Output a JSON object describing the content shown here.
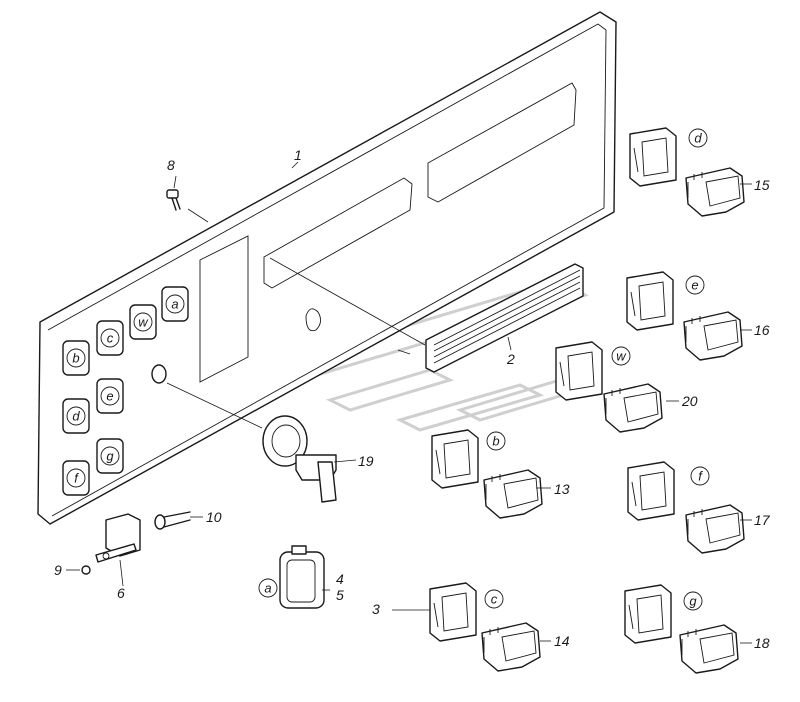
{
  "panel_buttons": [
    "b",
    "c",
    "w",
    "a",
    "d",
    "e",
    "f",
    "g"
  ],
  "part_numbers": {
    "p1": "1",
    "p2": "2",
    "p3": "3",
    "p4": "4",
    "p5": "5",
    "p6": "6",
    "p8": "8",
    "p9": "9",
    "p10": "10",
    "p13": "13",
    "p14": "14",
    "p15": "15",
    "p16": "16",
    "p17": "17",
    "p18": "18",
    "p19": "19",
    "p20": "20"
  },
  "switch_letters": {
    "d": "d",
    "e": "e",
    "w": "w",
    "b": "b",
    "f": "f",
    "a": "a",
    "c": "c",
    "g": "g"
  }
}
